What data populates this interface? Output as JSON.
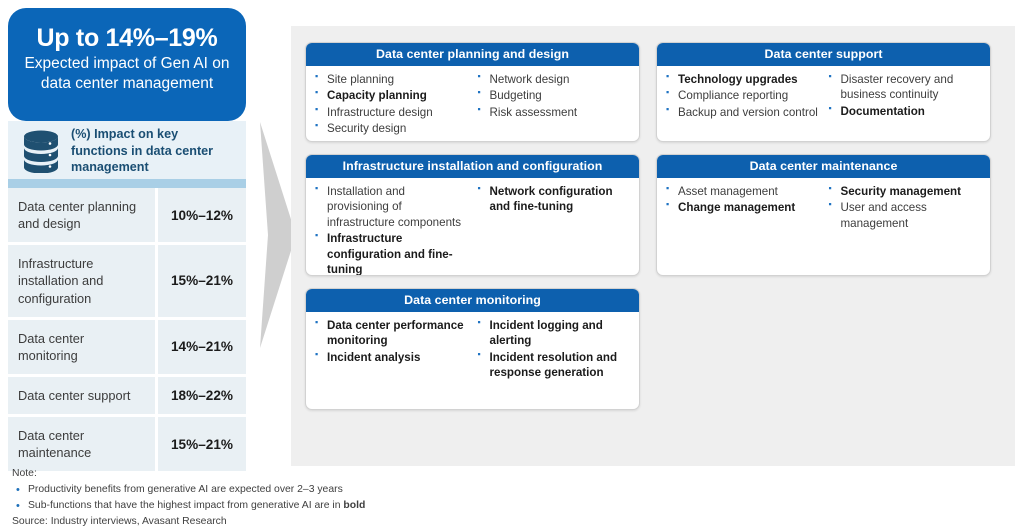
{
  "highlight": {
    "headline": "Up to 14%–19%",
    "subtitle": "Expected impact of Gen AI on data center management"
  },
  "table": {
    "icon": "database-icon",
    "header_title": "(%) Impact on key functions in data center management",
    "rows": [
      {
        "name": "Data center planning and design",
        "value": "10%–12%"
      },
      {
        "name": "Infrastructure installation and configuration",
        "value": "15%–21%"
      },
      {
        "name": "Data center monitoring",
        "value": "14%–21%"
      },
      {
        "name": "Data center support",
        "value": "18%–22%"
      },
      {
        "name": "Data center maintenance",
        "value": "15%–21%"
      }
    ]
  },
  "arrow": {
    "name": "right-chevron-arrow",
    "color": "#cfcfcf"
  },
  "boxes": {
    "planning": {
      "title": "Data center planning and design",
      "col1": [
        {
          "text": "Site planning",
          "bold": false
        },
        {
          "text": "Capacity planning",
          "bold": true
        },
        {
          "text": "Infrastructure design",
          "bold": false
        },
        {
          "text": "Security design",
          "bold": false
        }
      ],
      "col2": [
        {
          "text": "Network design",
          "bold": false
        },
        {
          "text": "Budgeting",
          "bold": false
        },
        {
          "text": "Risk assessment",
          "bold": false
        }
      ]
    },
    "support": {
      "title": "Data center support",
      "col1": [
        {
          "text": "Technology upgrades",
          "bold": true
        },
        {
          "text": "Compliance reporting",
          "bold": false
        },
        {
          "text": "Backup and version control",
          "bold": false
        }
      ],
      "col2": [
        {
          "text": "Disaster recovery and business continuity",
          "bold": false
        },
        {
          "text": "Documentation",
          "bold": true
        }
      ]
    },
    "infrastructure": {
      "title": "Infrastructure installation and configuration",
      "col1": [
        {
          "text": "Installation and provisioning of infrastructure components",
          "bold": false
        },
        {
          "text": "Infrastructure configuration and fine-tuning",
          "bold": true
        }
      ],
      "col2": [
        {
          "text": "Network configuration and fine-tuning",
          "bold": true
        }
      ]
    },
    "maintenance": {
      "title": "Data center maintenance",
      "col1": [
        {
          "text": "Asset management",
          "bold": false
        },
        {
          "text": "Change management",
          "bold": true
        }
      ],
      "col2": [
        {
          "text": "Security management",
          "bold": true
        },
        {
          "text": "User and access management",
          "bold": false
        }
      ]
    },
    "monitoring": {
      "title": "Data center monitoring",
      "col1": [
        {
          "text": "Data center performance monitoring",
          "bold": true
        },
        {
          "text": "Incident analysis",
          "bold": true
        }
      ],
      "col2": [
        {
          "text": "Incident logging and alerting",
          "bold": true
        },
        {
          "text": "Incident resolution and response generation",
          "bold": true
        }
      ]
    }
  },
  "footnotes": {
    "label": "Note:",
    "items": [
      "Productivity benefits from generative AI are expected over 2–3 years",
      "Sub-functions that have the highest impact from generative AI are in bold"
    ],
    "source": "Source: Industry interviews, Avasant Research"
  },
  "colors": {
    "brand_blue": "#0b66b8",
    "header_blue": "#0d60ae",
    "bullet_blue": "#1d72c2",
    "table_band": "#e8f1f7",
    "table_rule": "#a9cfe6",
    "row_bg": "#e9f0f4",
    "panel_bg": "#efefef",
    "icon_blue": "#1f5071"
  }
}
